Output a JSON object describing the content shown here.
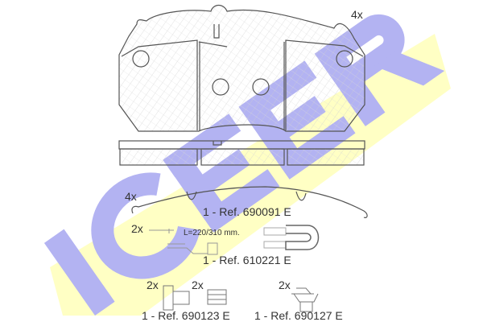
{
  "logo": {
    "text": "ICER",
    "fill_color": "#b3b3f2",
    "band_color": "#ffffc4"
  },
  "pad": {
    "quantity": "4x"
  },
  "spring": {
    "quantity": "4x",
    "ref": "1 - Ref. 690091 E"
  },
  "sensor": {
    "quantity": "2x",
    "length": "L=220/310 mm.",
    "ref": "1 - Ref. 610221 E"
  },
  "bolt_kit": {
    "bolt_quantity": "2x",
    "washer_quantity": "2x",
    "ref": "1 - Ref. 690123 E"
  },
  "clip_kit": {
    "quantity": "2x",
    "ref": "1 - Ref. 690127 E"
  }
}
